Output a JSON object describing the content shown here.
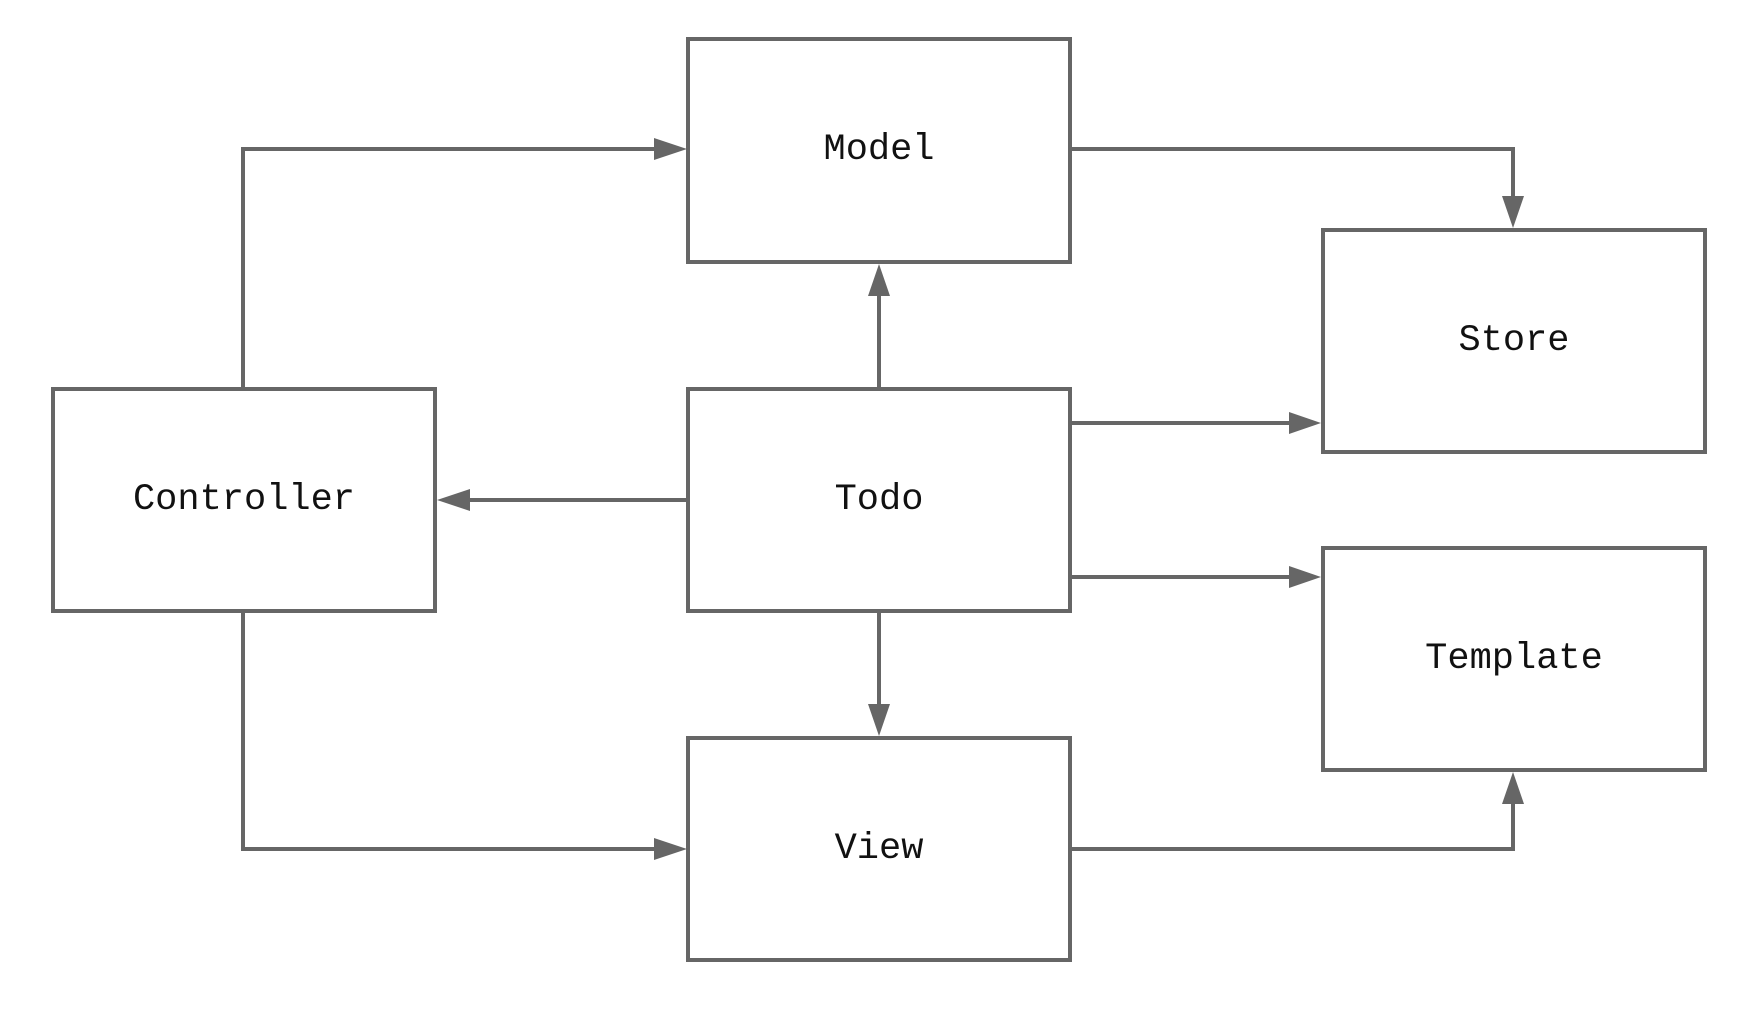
{
  "diagram": {
    "nodes": {
      "model": "Model",
      "store": "Store",
      "controller": "Controller",
      "todo": "Todo",
      "template": "Template",
      "view": "View"
    },
    "edges": [
      {
        "from": "controller",
        "to": "model"
      },
      {
        "from": "model",
        "to": "store"
      },
      {
        "from": "todo",
        "to": "model"
      },
      {
        "from": "todo",
        "to": "controller"
      },
      {
        "from": "todo",
        "to": "store"
      },
      {
        "from": "todo",
        "to": "template"
      },
      {
        "from": "todo",
        "to": "view"
      },
      {
        "from": "controller",
        "to": "view"
      },
      {
        "from": "view",
        "to": "template"
      }
    ],
    "colors": {
      "stroke": "#666666",
      "text": "#111111",
      "background": "#ffffff"
    }
  }
}
